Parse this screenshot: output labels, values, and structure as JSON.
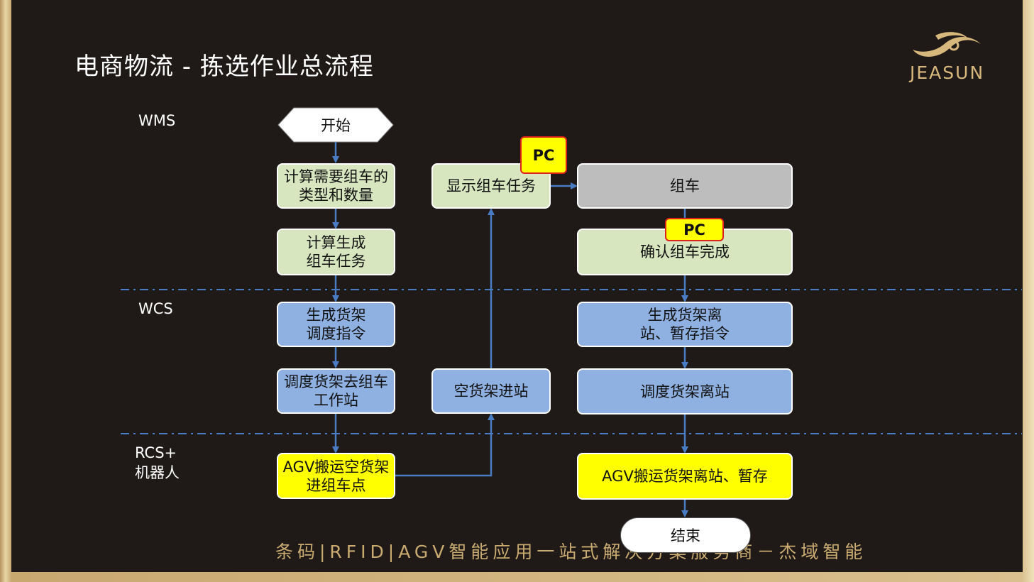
{
  "title": "电商物流 - 拣选作业总流程",
  "logo": {
    "text": "JEASUN"
  },
  "lanes": {
    "wms": "WMS",
    "wcs": "WCS",
    "rcs_line1": "RCS+",
    "rcs_line2": "机器人"
  },
  "nodes": {
    "start": "开始",
    "calc_type_l1": "计算需要组车的",
    "calc_type_l2": "类型和数量",
    "calc_task_l1": "计算生成",
    "calc_task_l2": "组车任务",
    "gen_dispatch_l1": "生成货架",
    "gen_dispatch_l2": "调度指令",
    "dispatch_go_l1": "调度货架去组车",
    "dispatch_go_l2": "工作站",
    "agv_empty_l1": "AGV搬运空货架",
    "agv_empty_l2": "进组车点",
    "empty_in": "空货架进站",
    "show_task": "显示组车任务",
    "assemble": "组车",
    "confirm": "确认组车完成",
    "gen_leave_l1": "生成货架离",
    "gen_leave_l2": "站、暂存指令",
    "dispatch_leave": "调度货架离站",
    "agv_leave": "AGV搬运货架离站、暂存",
    "end": "结束"
  },
  "badges": {
    "pc1": "PC",
    "pc2": "PC"
  },
  "footer": "条码|RFID|AGV智能应用一站式解决方案服务商－杰域智能",
  "colors": {
    "background": "#1f1a17",
    "wms_box": "#d8e6c0",
    "wcs_box": "#8fb1e2",
    "rcs_box": "#ffff00",
    "assemble_box": "#bdbdbd",
    "connector": "#4a7cc4",
    "gold": "#c9ab72"
  }
}
